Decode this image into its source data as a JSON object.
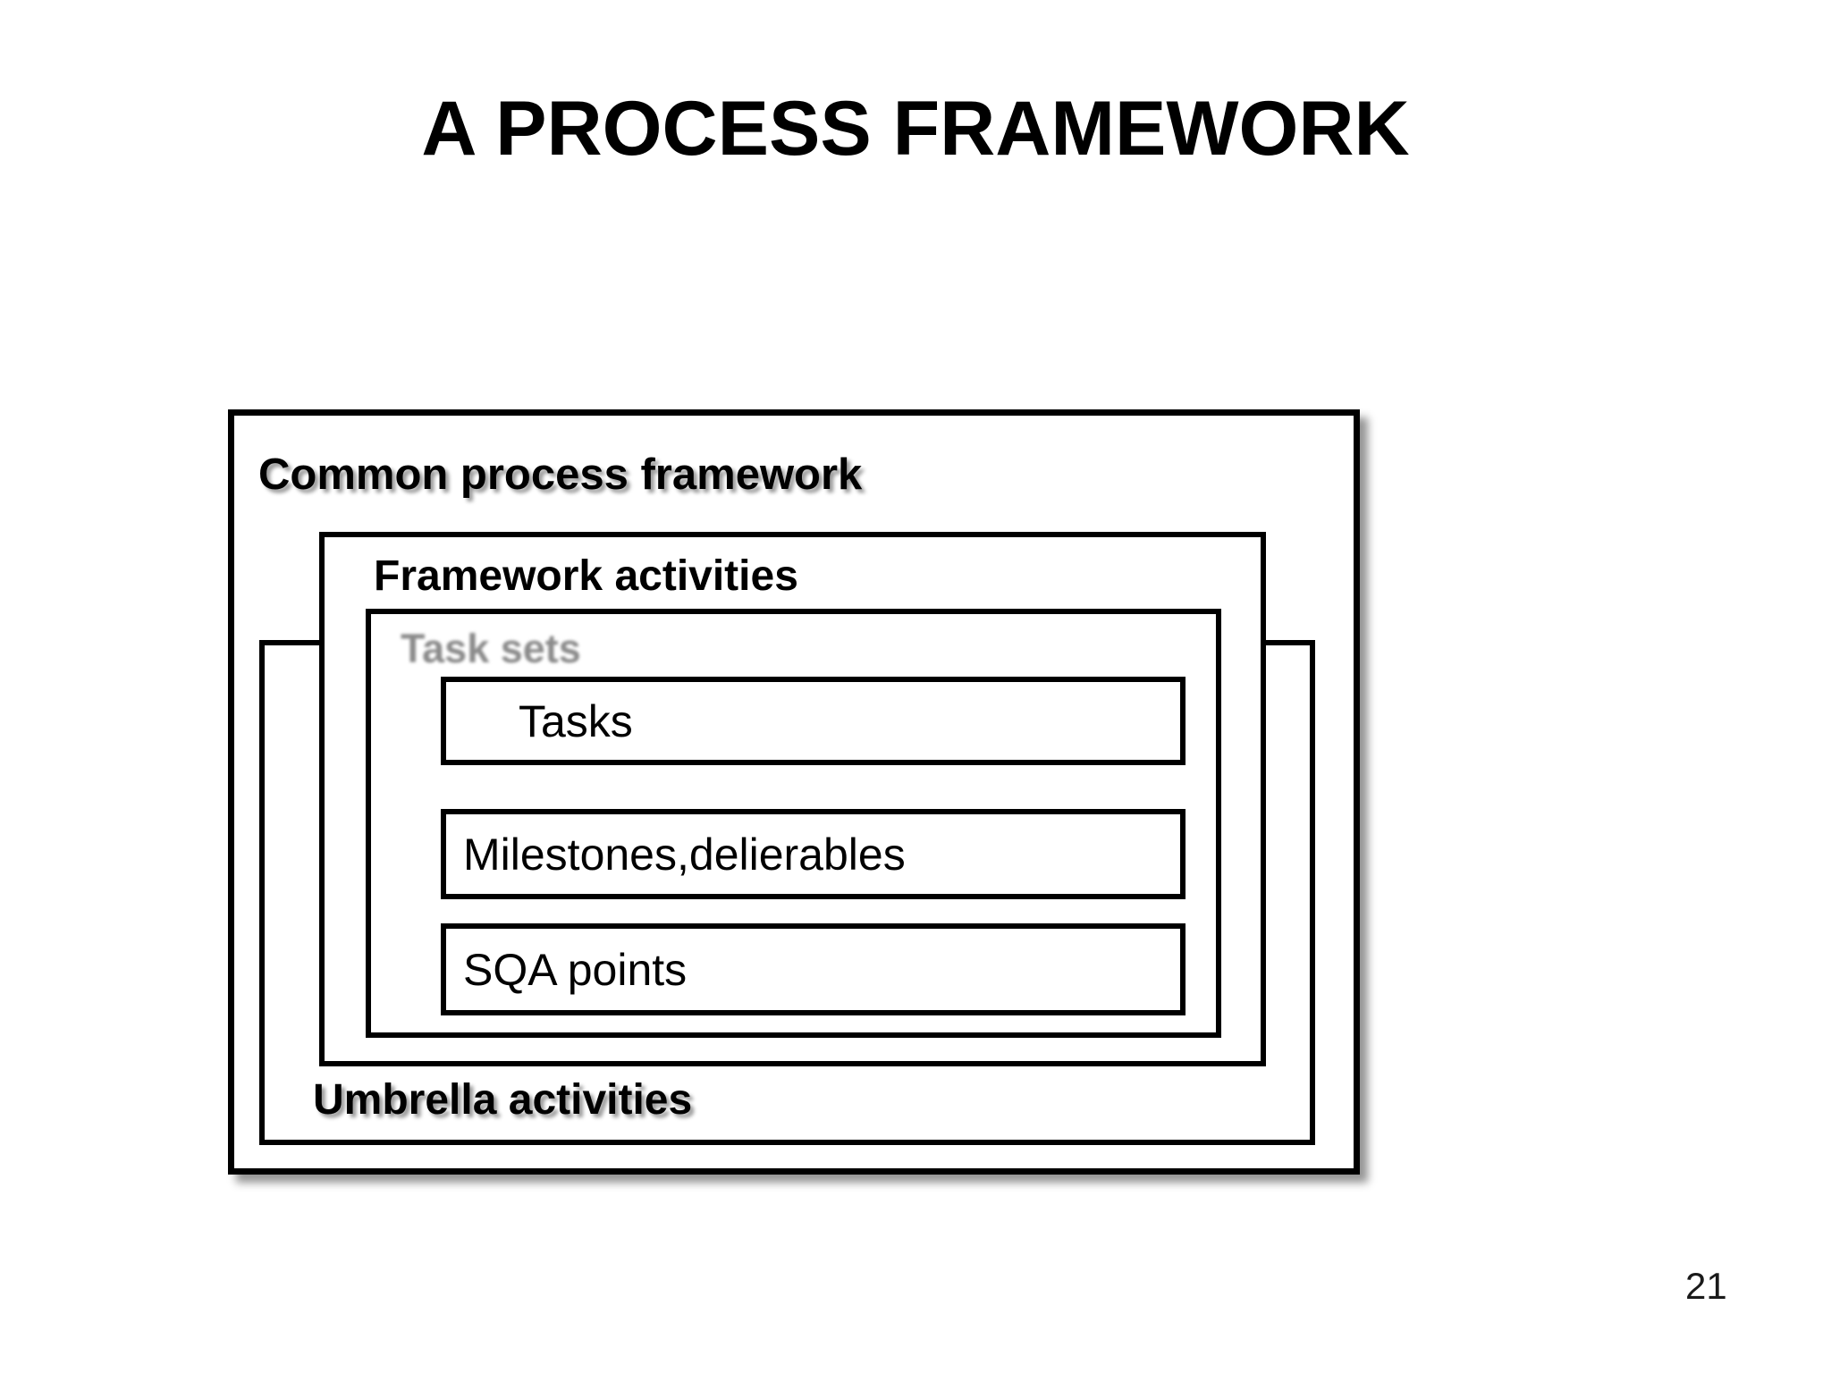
{
  "slide": {
    "title": "A PROCESS FRAMEWORK",
    "page_number": "21",
    "background_color": "#ffffff",
    "text_color": "#000000"
  },
  "diagram": {
    "name": "nested-process-framework",
    "layers": [
      {
        "id": "common-process-framework",
        "label": "Common process framework",
        "style": "bold-with-shadow",
        "level": 0
      },
      {
        "id": "umbrella-activities",
        "label": "Umbrella activities",
        "style": "bold-with-shadow",
        "level": 1
      },
      {
        "id": "framework-activities",
        "label": "Framework activities",
        "style": "bold",
        "level": 2
      },
      {
        "id": "task-sets",
        "label": "Task sets",
        "style": "bold-grey-blurred",
        "color": "#8b8b8b",
        "level": 3
      }
    ],
    "leaf_rows": [
      {
        "id": "tasks",
        "label": "Tasks"
      },
      {
        "id": "milestones-deliverables",
        "label": "Milestones,delierables"
      },
      {
        "id": "sqa-points",
        "label": "SQA points"
      }
    ]
  }
}
